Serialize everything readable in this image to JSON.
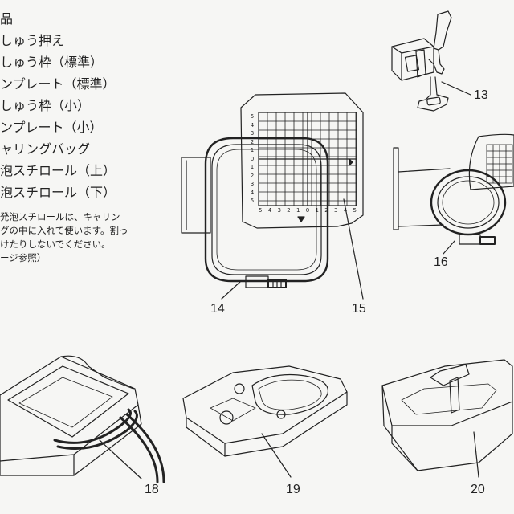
{
  "parts_list": {
    "header": "品",
    "items": [
      "しゅう押え",
      "しゅう枠（標準）",
      "ンプレート（標準）",
      "しゅう枠（小）",
      "ンプレート（小）",
      "ャリングバッグ",
      "泡スチロール（上）",
      "泡スチロール（下）"
    ]
  },
  "note": {
    "lines": [
      "発泡スチロールは、キャリン",
      "グの中に入れて使います。割っ",
      "けたりしないでください。",
      "ージ参照）"
    ]
  },
  "figures": {
    "13": "13",
    "14": "14",
    "15": "15",
    "16": "16",
    "18": "18",
    "19": "19",
    "20": "20"
  },
  "template_scale": {
    "left": [
      "5",
      "4",
      "3",
      "2",
      "1",
      "0",
      "1",
      "2",
      "3",
      "4",
      "5"
    ],
    "bottom": [
      "5",
      "4",
      "3",
      "2",
      "1",
      "0",
      "1",
      "2",
      "3",
      "4",
      "5"
    ]
  },
  "colors": {
    "line": "#222222",
    "background": "#f6f6f4"
  }
}
